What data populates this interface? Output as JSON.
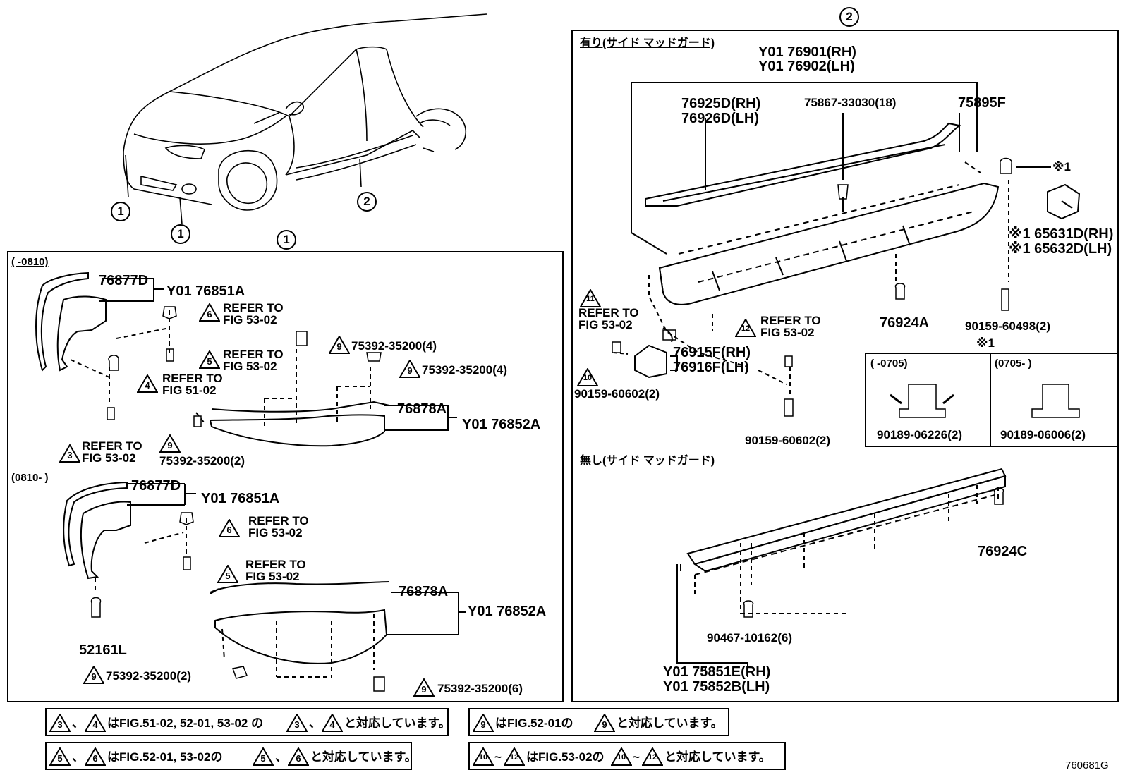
{
  "illustration_id": "760681G",
  "overview": {
    "callouts": [
      "1",
      "1",
      "1",
      "2"
    ],
    "section_1_title": "1",
    "section_2_title": "2"
  },
  "section1": {
    "top": {
      "date_range": "(      -0810)",
      "part_76877D": "76877D",
      "part_Y01_76851A": "Y01 76851A",
      "ref6": {
        "num": "6",
        "text": "REFER TO\nFIG 53-02"
      },
      "ref5": {
        "num": "5",
        "text": "REFER TO\nFIG 53-02"
      },
      "ref4": {
        "num": "4",
        "text": "REFER TO\nFIG 51-02"
      },
      "ref3": {
        "num": "3",
        "text": "REFER TO\nFIG 53-02"
      },
      "clip_a": {
        "num": "9",
        "part": "75392-35200(4)"
      },
      "clip_b": {
        "num": "9",
        "part": "75392-35200(4)"
      },
      "clip_c": {
        "num": "9",
        "part": "75392-35200(2)"
      },
      "part_76878A": "76878A",
      "part_Y01_76852A": "Y01 76852A"
    },
    "bottom": {
      "date_range": "(0810-       )",
      "part_76877D": "76877D",
      "part_Y01_76851A": "Y01 76851A",
      "ref6": {
        "num": "6",
        "text": "REFER TO\nFIG 53-02"
      },
      "ref5": {
        "num": "5",
        "text": "REFER TO\nFIG 53-02"
      },
      "part_52161L": "52161L",
      "part_76878A": "76878A",
      "part_Y01_76852A": "Y01 76852A",
      "clip_a": {
        "num": "9",
        "part": "75392-35200(2)"
      },
      "clip_b": {
        "num": "9",
        "part": "75392-35200(6)"
      }
    }
  },
  "section2": {
    "with_mudguard": {
      "header": "有り(サイド マッドガード)",
      "part_Y01_76901": "Y01 76901(RH)",
      "part_Y01_76902": "Y01 76902(LH)",
      "part_76925D": "76925D(RH)",
      "part_76926D": "76926D(LH)",
      "part_75867": "75867-33030(18)",
      "part_75895F": "75895F",
      "note_mark_1": "※1",
      "part_65631D": "※1 65631D(RH)",
      "part_65632D": "※1 65632D(LH)",
      "ref11": {
        "num": "11",
        "text": "REFER TO\nFIG 53-02"
      },
      "ref12": {
        "num": "12",
        "text": "REFER TO\nFIG 53-02"
      },
      "ref10": {
        "num": "10",
        "part": "90159-60602(2)"
      },
      "part_76915F": "76915F(RH)",
      "part_76916F": "76916F(LH)",
      "part_76924A": "76924A",
      "part_90159_60498": "90159-60498(2)",
      "part_90159_60602_b": "90159-60602(2)"
    },
    "note_box": {
      "title": "※1",
      "left_date": "(      -0705)",
      "right_date": "(0705-      )",
      "left_part": "90189-06226(2)",
      "right_part": "90189-06006(2)"
    },
    "without_mudguard": {
      "header": "無し(サイド マッドガード)",
      "part_76924C": "76924C",
      "part_90467": "90467-10162(6)",
      "part_Y01_75851E": "Y01 75851E(RH)",
      "part_Y01_75852B": "Y01 75852B(LH)"
    }
  },
  "notes": [
    {
      "tri_a": "3",
      "sep": "、",
      "tri_b": "4",
      "text_a": "はFIG.51-02, 52-01, 53-02 の",
      "tri_c": "3",
      "sep2": "、",
      "tri_d": "4",
      "text_b": "と対応しています。"
    },
    {
      "tri_a": "9",
      "text_a": "はFIG.52-01の",
      "tri_c": "9",
      "text_b": "と対応しています。"
    },
    {
      "tri_a": "5",
      "sep": "、",
      "tri_b": "6",
      "text_a": "はFIG.52-01, 53-02の",
      "tri_c": "5",
      "sep2": "、",
      "tri_d": "6",
      "text_b": "と対応しています。"
    },
    {
      "tri_a": "10",
      "sep": "~",
      "tri_b": "12",
      "text_a": "はFIG.53-02の",
      "tri_c": "10",
      "sep2": "~",
      "tri_d": "12",
      "text_b": "と対応しています。"
    }
  ]
}
